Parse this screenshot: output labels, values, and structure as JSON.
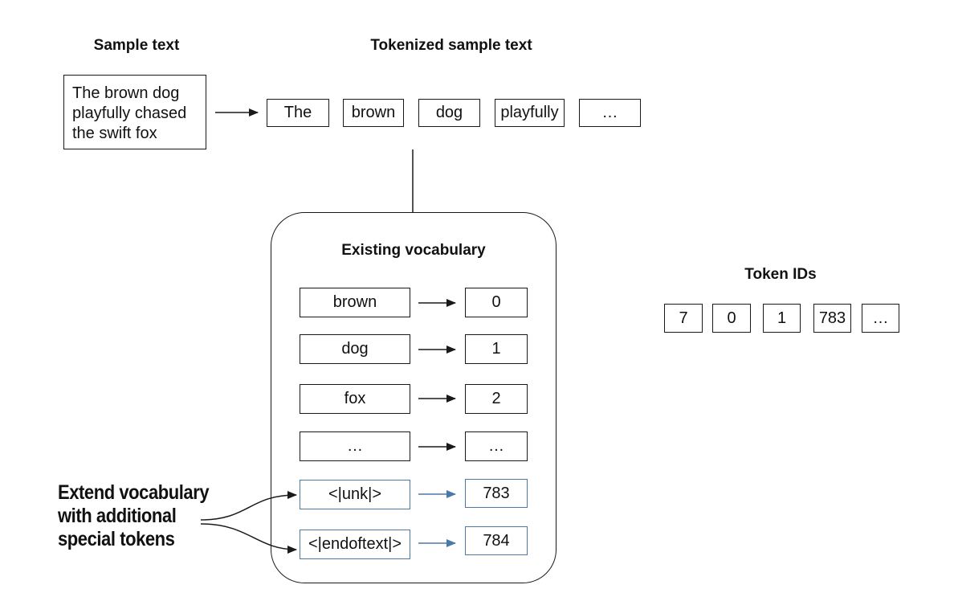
{
  "headings": {
    "sample": "Sample text",
    "tokenized": "Tokenized sample text",
    "vocabulary": "Existing vocabulary",
    "token_ids": "Token IDs"
  },
  "sample_text": [
    "The brown dog",
    "playfully chased",
    "the swift fox"
  ],
  "tokens": [
    "The",
    "brown",
    "dog",
    "playfully",
    "…"
  ],
  "vocabulary": [
    {
      "token": "brown",
      "id": "0",
      "special": false
    },
    {
      "token": "dog",
      "id": "1",
      "special": false
    },
    {
      "token": "fox",
      "id": "2",
      "special": false
    },
    {
      "token": "…",
      "id": "…",
      "special": false
    },
    {
      "token": "<|unk|>",
      "id": "783",
      "special": true
    },
    {
      "token": "<|endoftext|>",
      "id": "784",
      "special": true
    }
  ],
  "token_ids": [
    "7",
    "0",
    "1",
    "783",
    "…"
  ],
  "callout": [
    "Extend vocabulary",
    "with additional",
    "special tokens"
  ],
  "colors": {
    "special_border": "#4a78a8",
    "special_arrow": "#4a78a8",
    "line": "#1a1a1a"
  }
}
